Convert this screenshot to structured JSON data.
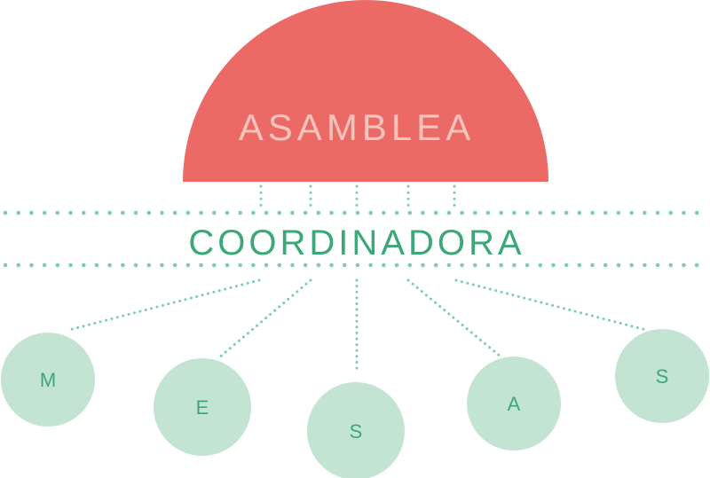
{
  "assembly": {
    "label": "ASAMBLEA"
  },
  "coordinator": {
    "label": "COORDINADORA"
  },
  "tables": {
    "letters": [
      "M",
      "E",
      "S",
      "A",
      "S"
    ]
  },
  "colors": {
    "assembly_fill": "#ec6a66",
    "assembly_text": "#f7c3bd",
    "dots": "#7ccfa6",
    "coordinator_text": "#3da877",
    "circle_fill": "#c3e4d3",
    "circle_text": "#3da877"
  }
}
